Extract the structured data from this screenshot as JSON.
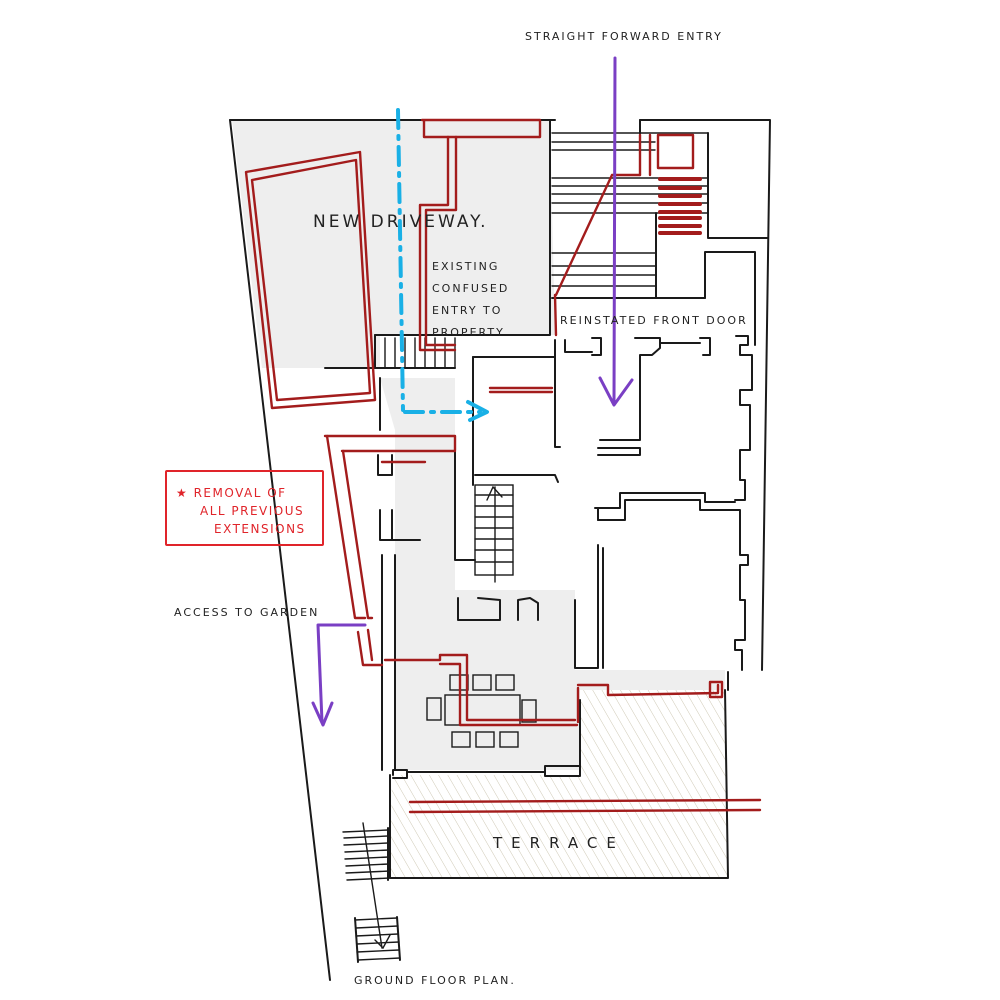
{
  "drawing": {
    "title": "Ground Floor Plan.",
    "type": "architectural floor plan sketch",
    "colors": {
      "existing_walls": "#1a1a1a",
      "proposed_changes": "#a31c1c",
      "callout": "#e0242a",
      "circulation_new": "#7a3fc4",
      "circulation_existing": "#19b0e6",
      "shaded_area": "#eeeeee",
      "terrace_hatch": "#c9c3ad"
    }
  },
  "labels": {
    "straight_forward_entry": "Straight Forward Entry",
    "new_driveway": "New Driveway.",
    "existing_confused_entry": [
      "Existing",
      "Confused",
      "Entry to",
      "Property"
    ],
    "reinstated_front_door": "Reinstated Front Door",
    "removal_note": [
      "★ Removal of",
      "All Previous",
      "Extensions"
    ],
    "access_to_garden": "Access to Garden",
    "terrace": "Terrace",
    "ground_floor_plan": "Ground Floor Plan."
  },
  "legend_arrows": [
    {
      "name": "straight-forward-entry-arrow",
      "color": "purple",
      "direction": "down"
    },
    {
      "name": "existing-entry-path-arrow",
      "color": "cyan",
      "direction": "down-then-right"
    },
    {
      "name": "access-to-garden-arrow",
      "color": "purple",
      "direction": "left-then-down"
    }
  ],
  "furniture": {
    "dining_table_chairs": 8
  }
}
